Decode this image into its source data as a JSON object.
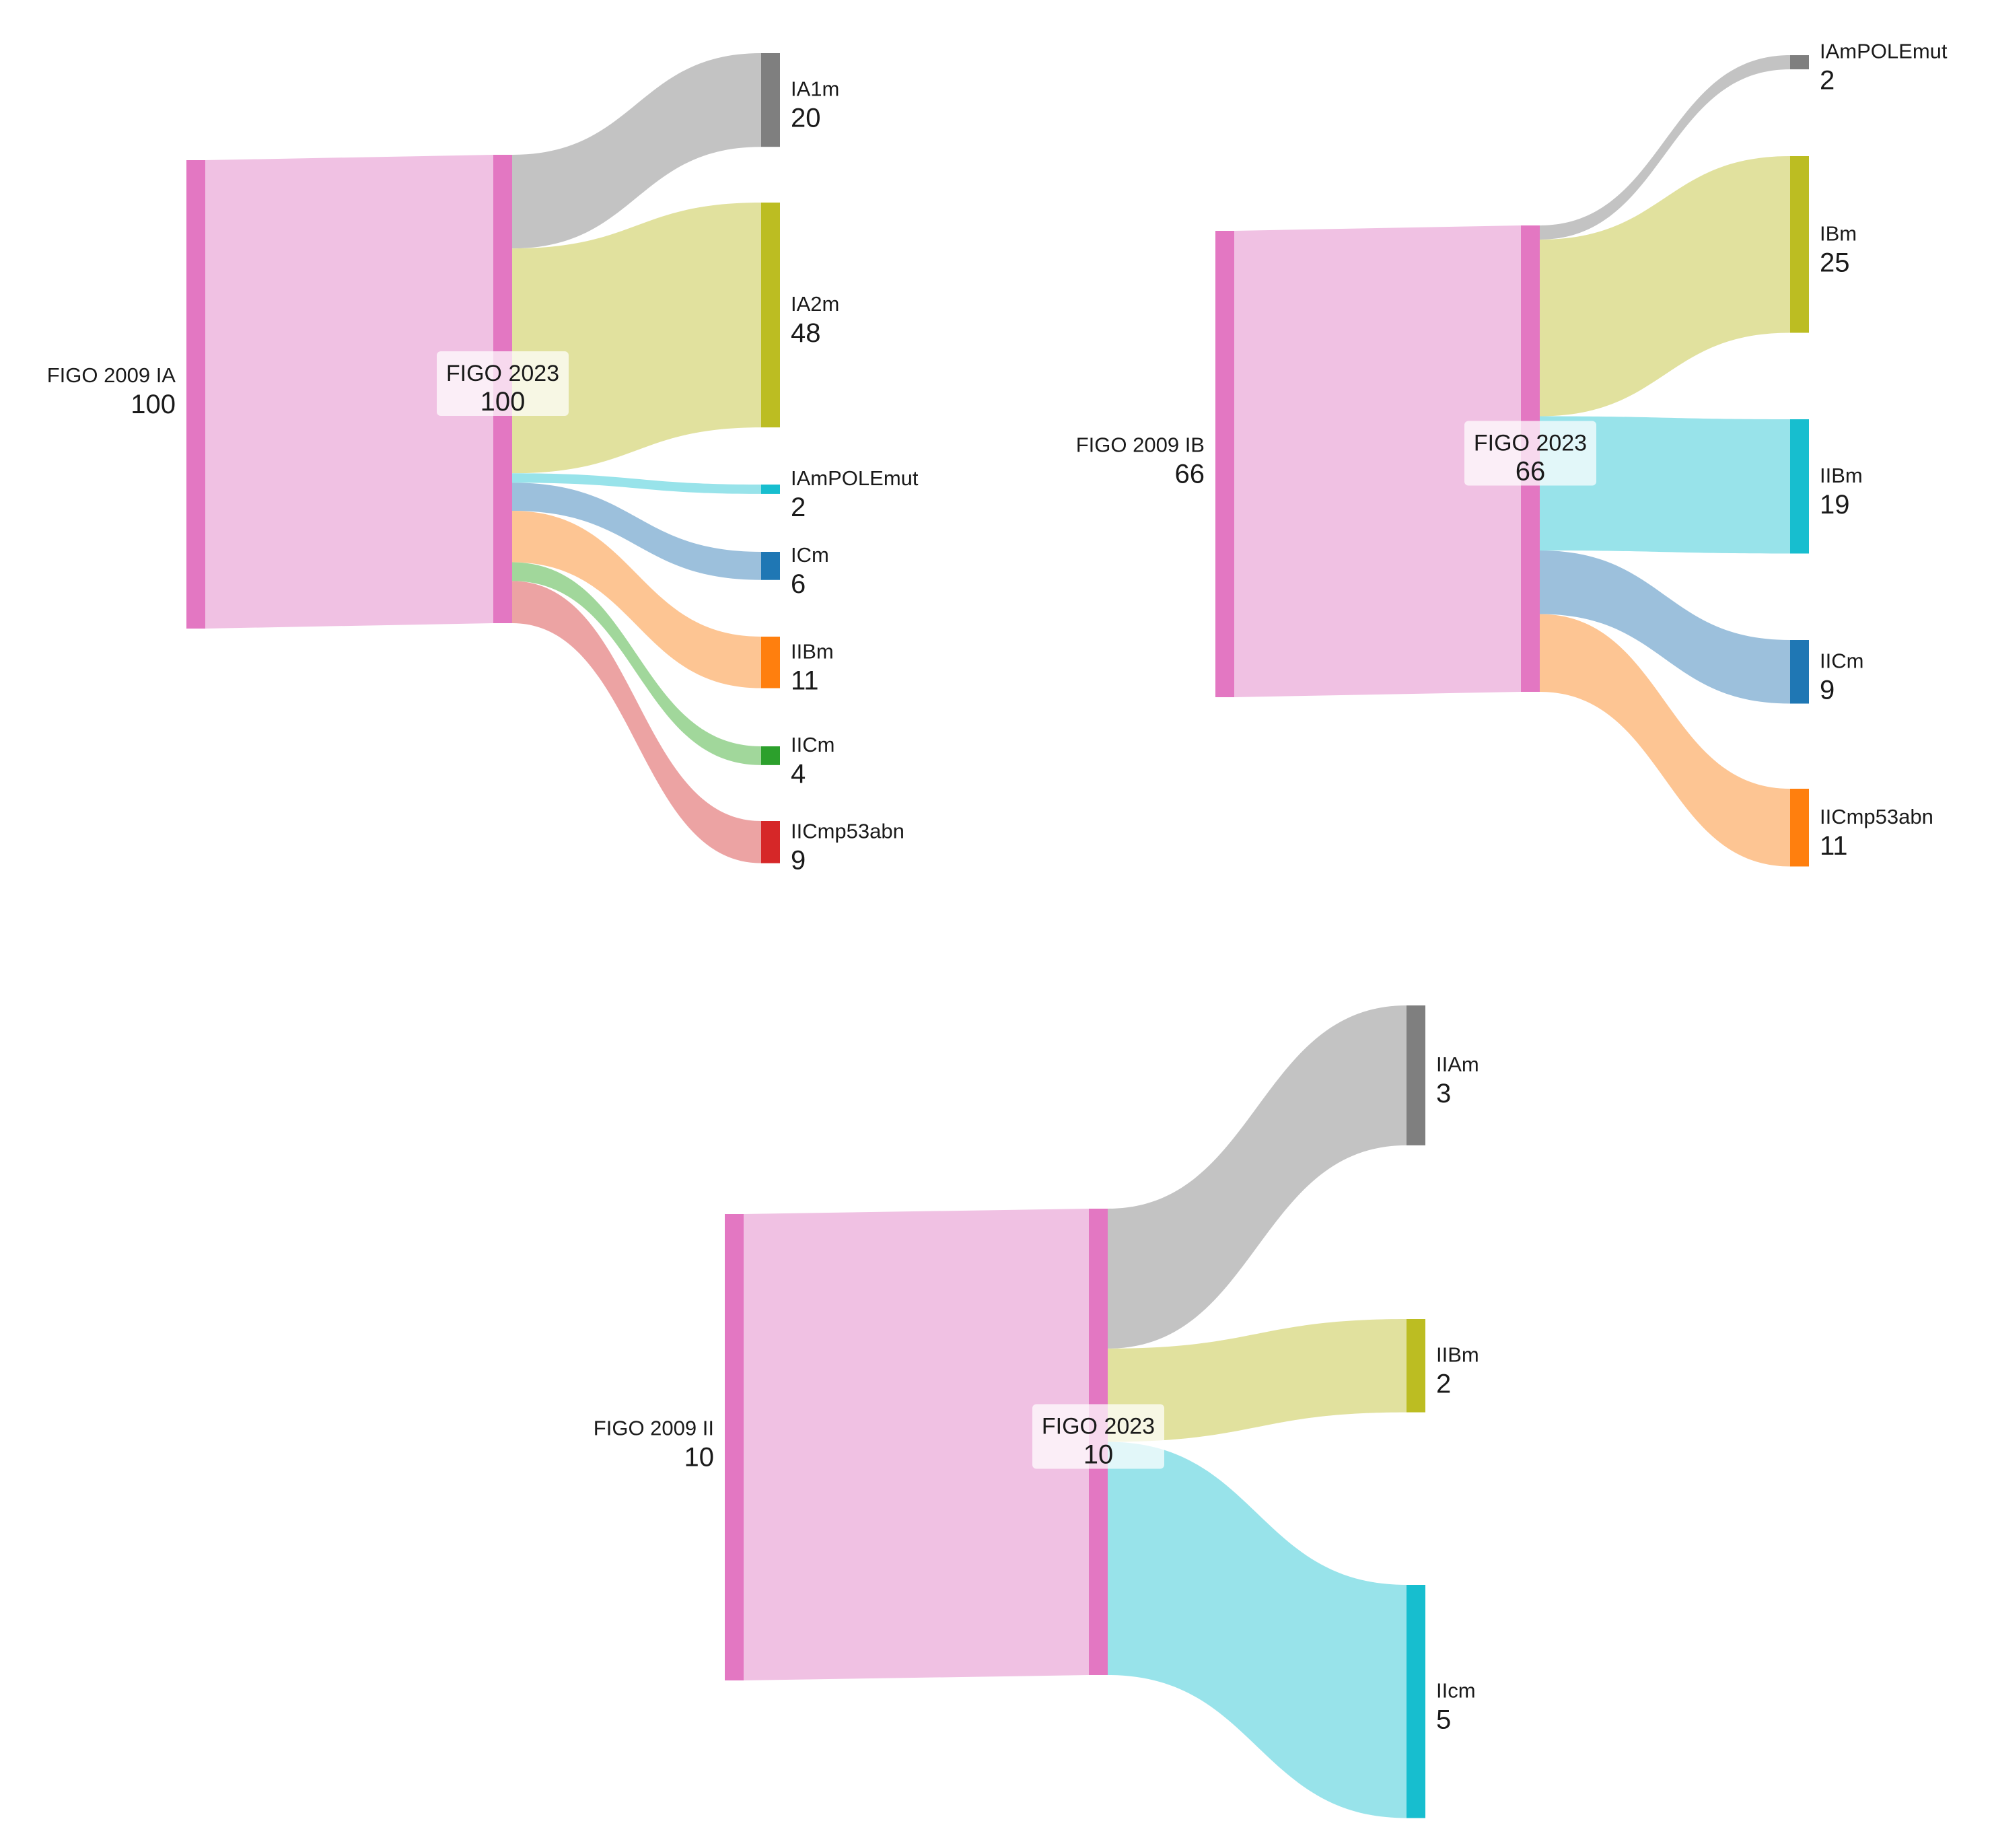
{
  "colors": {
    "source_bar": "#e377c2",
    "source_fill": "#f0c1e3",
    "mid_bar": "#e377c2",
    "label_box": "#ffffff"
  },
  "chart_data": [
    {
      "type": "sankey",
      "source": {
        "name": "FIGO 2009 IA",
        "value": 100
      },
      "middle": {
        "name": "FIGO 2023",
        "value": 100
      },
      "targets": [
        {
          "name": "IA1m",
          "value": 20,
          "bar_color": "#7f7f7f",
          "flow_color": "#c3c3c3"
        },
        {
          "name": "IA2m",
          "value": 48,
          "bar_color": "#bcbd22",
          "flow_color": "#e1e19e"
        },
        {
          "name": "IAmPOLEmut",
          "value": 2,
          "bar_color": "#17becf",
          "flow_color": "#98e3ea"
        },
        {
          "name": "ICm",
          "value": 6,
          "bar_color": "#1f77b4",
          "flow_color": "#9cc0dc"
        },
        {
          "name": "IIBm",
          "value": 11,
          "bar_color": "#ff7f0e",
          "flow_color": "#fdc593"
        },
        {
          "name": "IICm",
          "value": 4,
          "bar_color": "#2ca02c",
          "flow_color": "#a1d79b"
        },
        {
          "name": "IICmp53abn",
          "value": 9,
          "bar_color": "#d62728",
          "flow_color": "#eca3a3"
        }
      ]
    },
    {
      "type": "sankey",
      "source": {
        "name": "FIGO 2009 IB",
        "value": 66
      },
      "middle": {
        "name": "FIGO 2023",
        "value": 66
      },
      "targets": [
        {
          "name": "IAmPOLEmut",
          "value": 2,
          "bar_color": "#7f7f7f",
          "flow_color": "#c3c3c3"
        },
        {
          "name": "IBm",
          "value": 25,
          "bar_color": "#bcbd22",
          "flow_color": "#e1e19e"
        },
        {
          "name": "IIBm",
          "value": 19,
          "bar_color": "#17becf",
          "flow_color": "#98e3ea"
        },
        {
          "name": "IICm",
          "value": 9,
          "bar_color": "#1f77b4",
          "flow_color": "#9cc0dc"
        },
        {
          "name": "IICmp53abn",
          "value": 11,
          "bar_color": "#ff7f0e",
          "flow_color": "#fdc593"
        }
      ]
    },
    {
      "type": "sankey",
      "source": {
        "name": "FIGO 2009 II",
        "value": 10
      },
      "middle": {
        "name": "FIGO 2023",
        "value": 10
      },
      "targets": [
        {
          "name": "IIAm",
          "value": 3,
          "bar_color": "#7f7f7f",
          "flow_color": "#c3c3c3"
        },
        {
          "name": "IIBm",
          "value": 2,
          "bar_color": "#bcbd22",
          "flow_color": "#e1e19e"
        },
        {
          "name": "IIcm",
          "value": 5,
          "bar_color": "#17becf",
          "flow_color": "#98e3ea"
        }
      ]
    }
  ]
}
